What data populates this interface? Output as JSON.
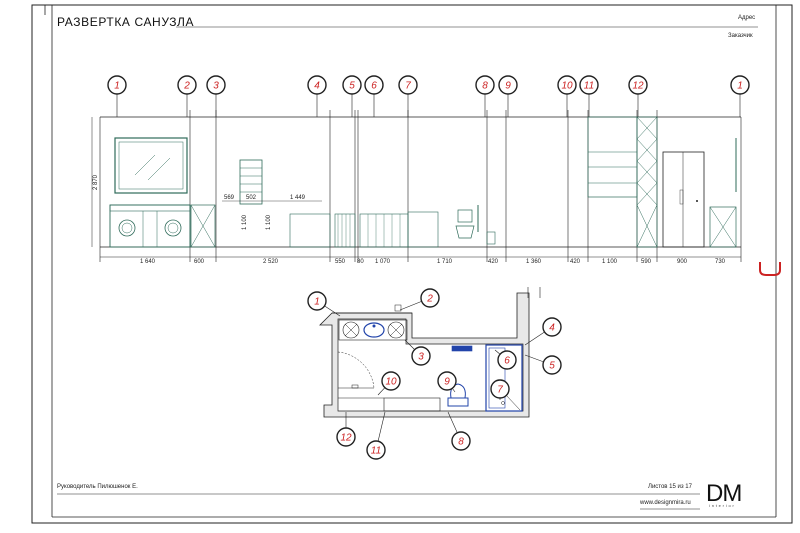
{
  "sheet": {
    "title": "РАЗВЕРТКА САНУЗЛА",
    "address_label": "Адрес",
    "client_label": "Заказчик",
    "manager": "Руководитель Пилюшенок Е.",
    "sheet_info": "Листов 15 из 17",
    "website": "www.designmira.ru",
    "logo": "DM",
    "logo_sub": "interior"
  },
  "elevation": {
    "height_dim": "2 870",
    "markers": [
      "1",
      "2",
      "3",
      "4",
      "5",
      "6",
      "7",
      "8",
      "9",
      "10",
      "11",
      "12",
      "1"
    ],
    "bottom_dims": [
      "1 640",
      "600",
      "2 520",
      "550",
      "80",
      "1 070",
      "1 710",
      "420",
      "1 360",
      "420",
      "1 100",
      "590",
      "900",
      "730"
    ],
    "aux_dims": [
      "569",
      "502",
      "1 449",
      "1 100",
      "1 100"
    ]
  },
  "plan": {
    "markers": [
      "1",
      "2",
      "3",
      "4",
      "5",
      "6",
      "7",
      "8",
      "9",
      "10",
      "11",
      "12"
    ]
  }
}
